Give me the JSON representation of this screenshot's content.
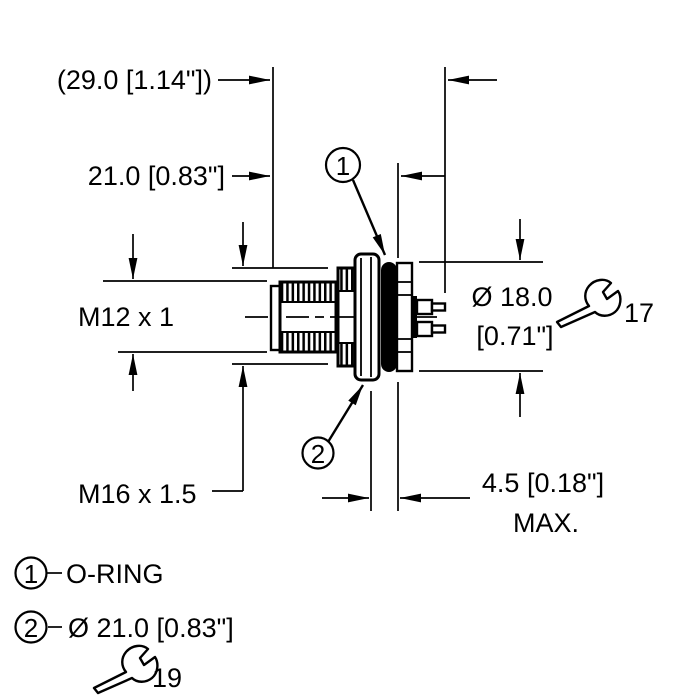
{
  "drawing": {
    "dim_overall_length": "(29.0 [1.14\"])",
    "dim_body_length": "21.0 [0.83\"]",
    "label_front_thread": "M12 x 1",
    "label_mount_thread": "M16 x 1.5",
    "dim_rear_dia_metric": "Ø 18.0",
    "dim_rear_dia_inch": "[0.71\"]",
    "wrench_rear_size": "17",
    "dim_panel_value": "4.5 [0.18\"]",
    "dim_panel_qualifier": "MAX.",
    "balloon_1": "1",
    "balloon_2": "2"
  },
  "legend": {
    "item_1_number": "1",
    "item_1_label": "O-RING",
    "item_2_number": "2",
    "item_2_label": "Ø 21.0 [0.83\"]",
    "wrench_mount_size": "19"
  },
  "colors": {
    "line": "#000000",
    "background": "#ffffff",
    "oring_fill": "#000000"
  }
}
